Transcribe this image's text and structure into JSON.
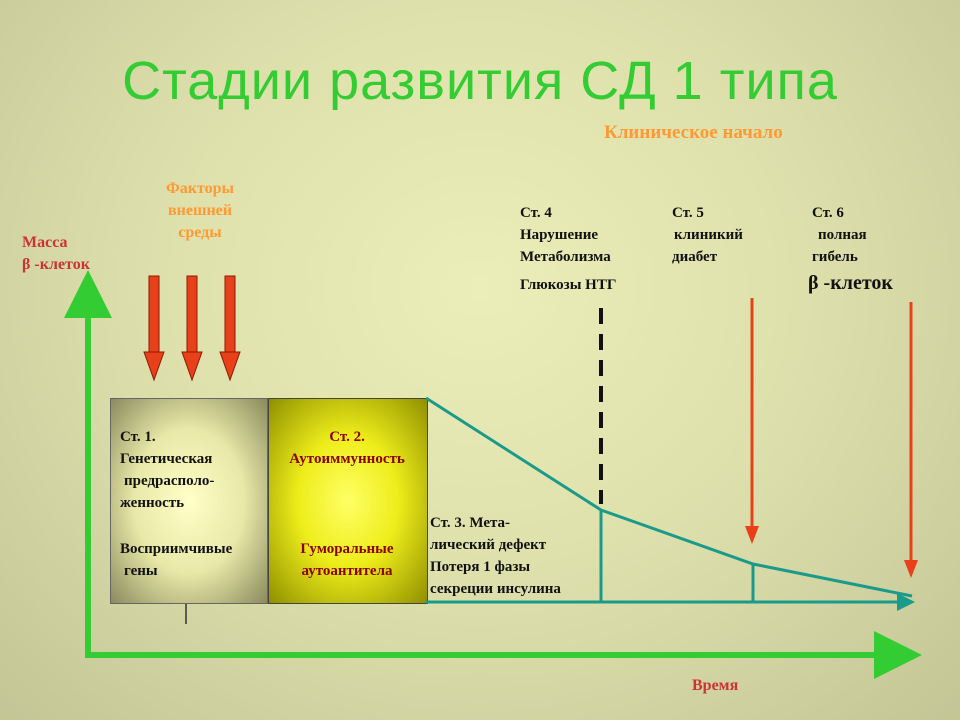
{
  "title": "Стадии развития СД 1 типа",
  "clinical_onset": "Клиническое начало",
  "external_factors": [
    "Факторы",
    "внешней",
    "среды"
  ],
  "y_axis_label": [
    "Масса",
    "β -клеток"
  ],
  "x_axis_label": "Время",
  "stage1": {
    "lines_a": [
      "Ст. 1.",
      "Генетическая",
      "предрасполо-",
      "женность"
    ],
    "lines_b": [
      "Восприимчивые",
      "гены"
    ]
  },
  "stage2": {
    "lines_a": [
      "Ст. 2.",
      "Аутоиммунность"
    ],
    "lines_b": [
      "Гуморальные",
      "аутоантитела"
    ]
  },
  "stage3": [
    "Ст. 3. Мета-",
    "лический дефект",
    "Потеря 1 фазы",
    "секреции инсулина"
  ],
  "stage4": {
    "lines": [
      "Ст. 4",
      "Нарушение",
      "Метаболизма"
    ],
    "glucose": "Глюкозы НТГ"
  },
  "stage5": [
    "Ст. 5",
    "клиникий",
    "диабет"
  ],
  "stage6": {
    "lines": [
      "Ст. 6",
      "полная",
      "гибель"
    ],
    "beta": "β -клеток"
  },
  "colors": {
    "title": "#33cc33",
    "axis": "#33cc33",
    "curve": "#1a9a8a",
    "arrow_red": "#e8401a",
    "orange_text": "#ff9933",
    "label_red": "#cc3333"
  }
}
